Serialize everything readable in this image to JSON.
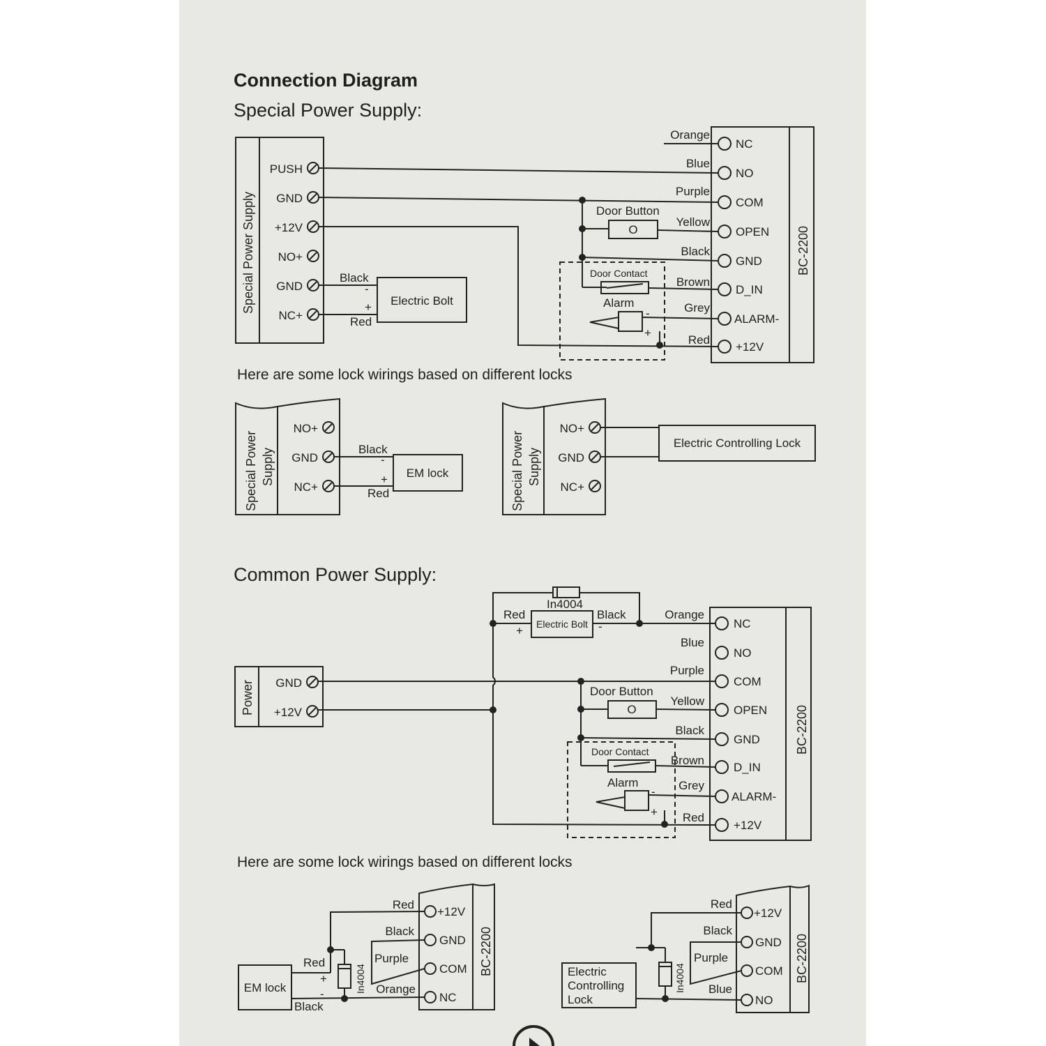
{
  "title": "Connection Diagram",
  "special_heading": "Special Power Supply:",
  "common_heading": "Common Power Supply:",
  "lock_wirings_caption": "Here are some lock wirings based on different locks",
  "controller_label": "BC-2200",
  "controller_terminals": [
    "NC",
    "NO",
    "COM",
    "OPEN",
    "GND",
    "D_IN",
    "ALARM-",
    "+12V"
  ],
  "wire_colors": [
    "Orange",
    "Blue",
    "Purple",
    "Yellow",
    "Black",
    "Brown",
    "Grey",
    "Red"
  ],
  "special_supply": {
    "label": "Special Power Supply",
    "label_split": [
      "Special Power",
      "Supply"
    ],
    "terminals": [
      "PUSH",
      "GND",
      "+12V",
      "NO+",
      "GND",
      "NC+"
    ]
  },
  "power_block": {
    "label": "Power",
    "terminals": [
      "GND",
      "+12V"
    ]
  },
  "components": {
    "door_button": "Door Button",
    "door_contact": "Door Contact",
    "alarm": "Alarm",
    "electric_bolt": "Electric Bolt",
    "em_lock": "EM lock",
    "electric_controlling_lock": "Electric Controlling Lock",
    "electric_controlling_lock_lines": [
      "Electric",
      "Controlling",
      "Lock"
    ],
    "diode": "In4004"
  },
  "lock_terminals_special": [
    "NO+",
    "GND",
    "NC+"
  ],
  "lock_terminals_common": [
    "+12V",
    "GND",
    "COM",
    "NC"
  ],
  "lock_terminals_common_b": [
    "+12V",
    "GND",
    "COM",
    "NO"
  ],
  "polarity": {
    "minus": "-",
    "plus": "+"
  },
  "button_glyph": "O"
}
